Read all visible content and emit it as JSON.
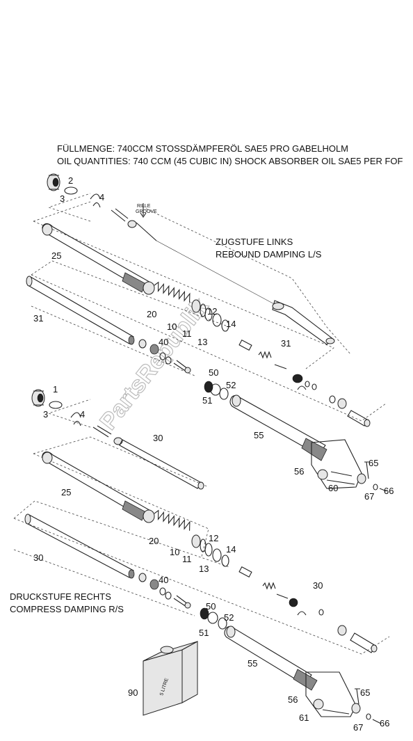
{
  "header": {
    "line1": "FÜLLMENGE: 740CCM STOSSDÄMPFERÖL SAE5 PRO GABELHOLM",
    "line2": "OIL QUANTITIES: 740 CCM (45 CUBIC IN) SHOCK ABSORBER OIL SAE5 PER FOF"
  },
  "notes": {
    "rebound_de": "ZUGSTUFE LINKS",
    "rebound_en": "REBOUND DAMPING L/S",
    "compress_de": "DRUCKSTUFE RECHTS",
    "compress_en": "COMPRESS DAMPING R/S",
    "groove_de": "RILLE",
    "groove_en": "GROOVE",
    "canister": "5 LITRE"
  },
  "watermark": "PartsRepublik",
  "labels_top": {
    "p2": "2",
    "p3": "3",
    "p4": "4",
    "p25": "25",
    "p31a": "31",
    "p20": "20",
    "p10": "10",
    "p11": "11",
    "p12": "12",
    "p13": "13",
    "p14": "14",
    "p40": "40",
    "p31b": "31",
    "p50": "50",
    "p51": "51",
    "p52": "52",
    "p55": "55",
    "p56": "56",
    "p60": "60",
    "p65": "65",
    "p66": "66",
    "p67": "67"
  },
  "labels_bottom": {
    "p1": "1",
    "p3": "3",
    "p4": "4",
    "p30a": "30",
    "p25": "25",
    "p30b": "30",
    "p20": "20",
    "p10": "10",
    "p11": "11",
    "p12": "12",
    "p13": "13",
    "p14": "14",
    "p40": "40",
    "p30c": "30",
    "p50": "50",
    "p51": "51",
    "p52": "52",
    "p55": "55",
    "p56": "56",
    "p61": "61",
    "p65": "65",
    "p66": "66",
    "p67": "67",
    "p90": "90"
  }
}
